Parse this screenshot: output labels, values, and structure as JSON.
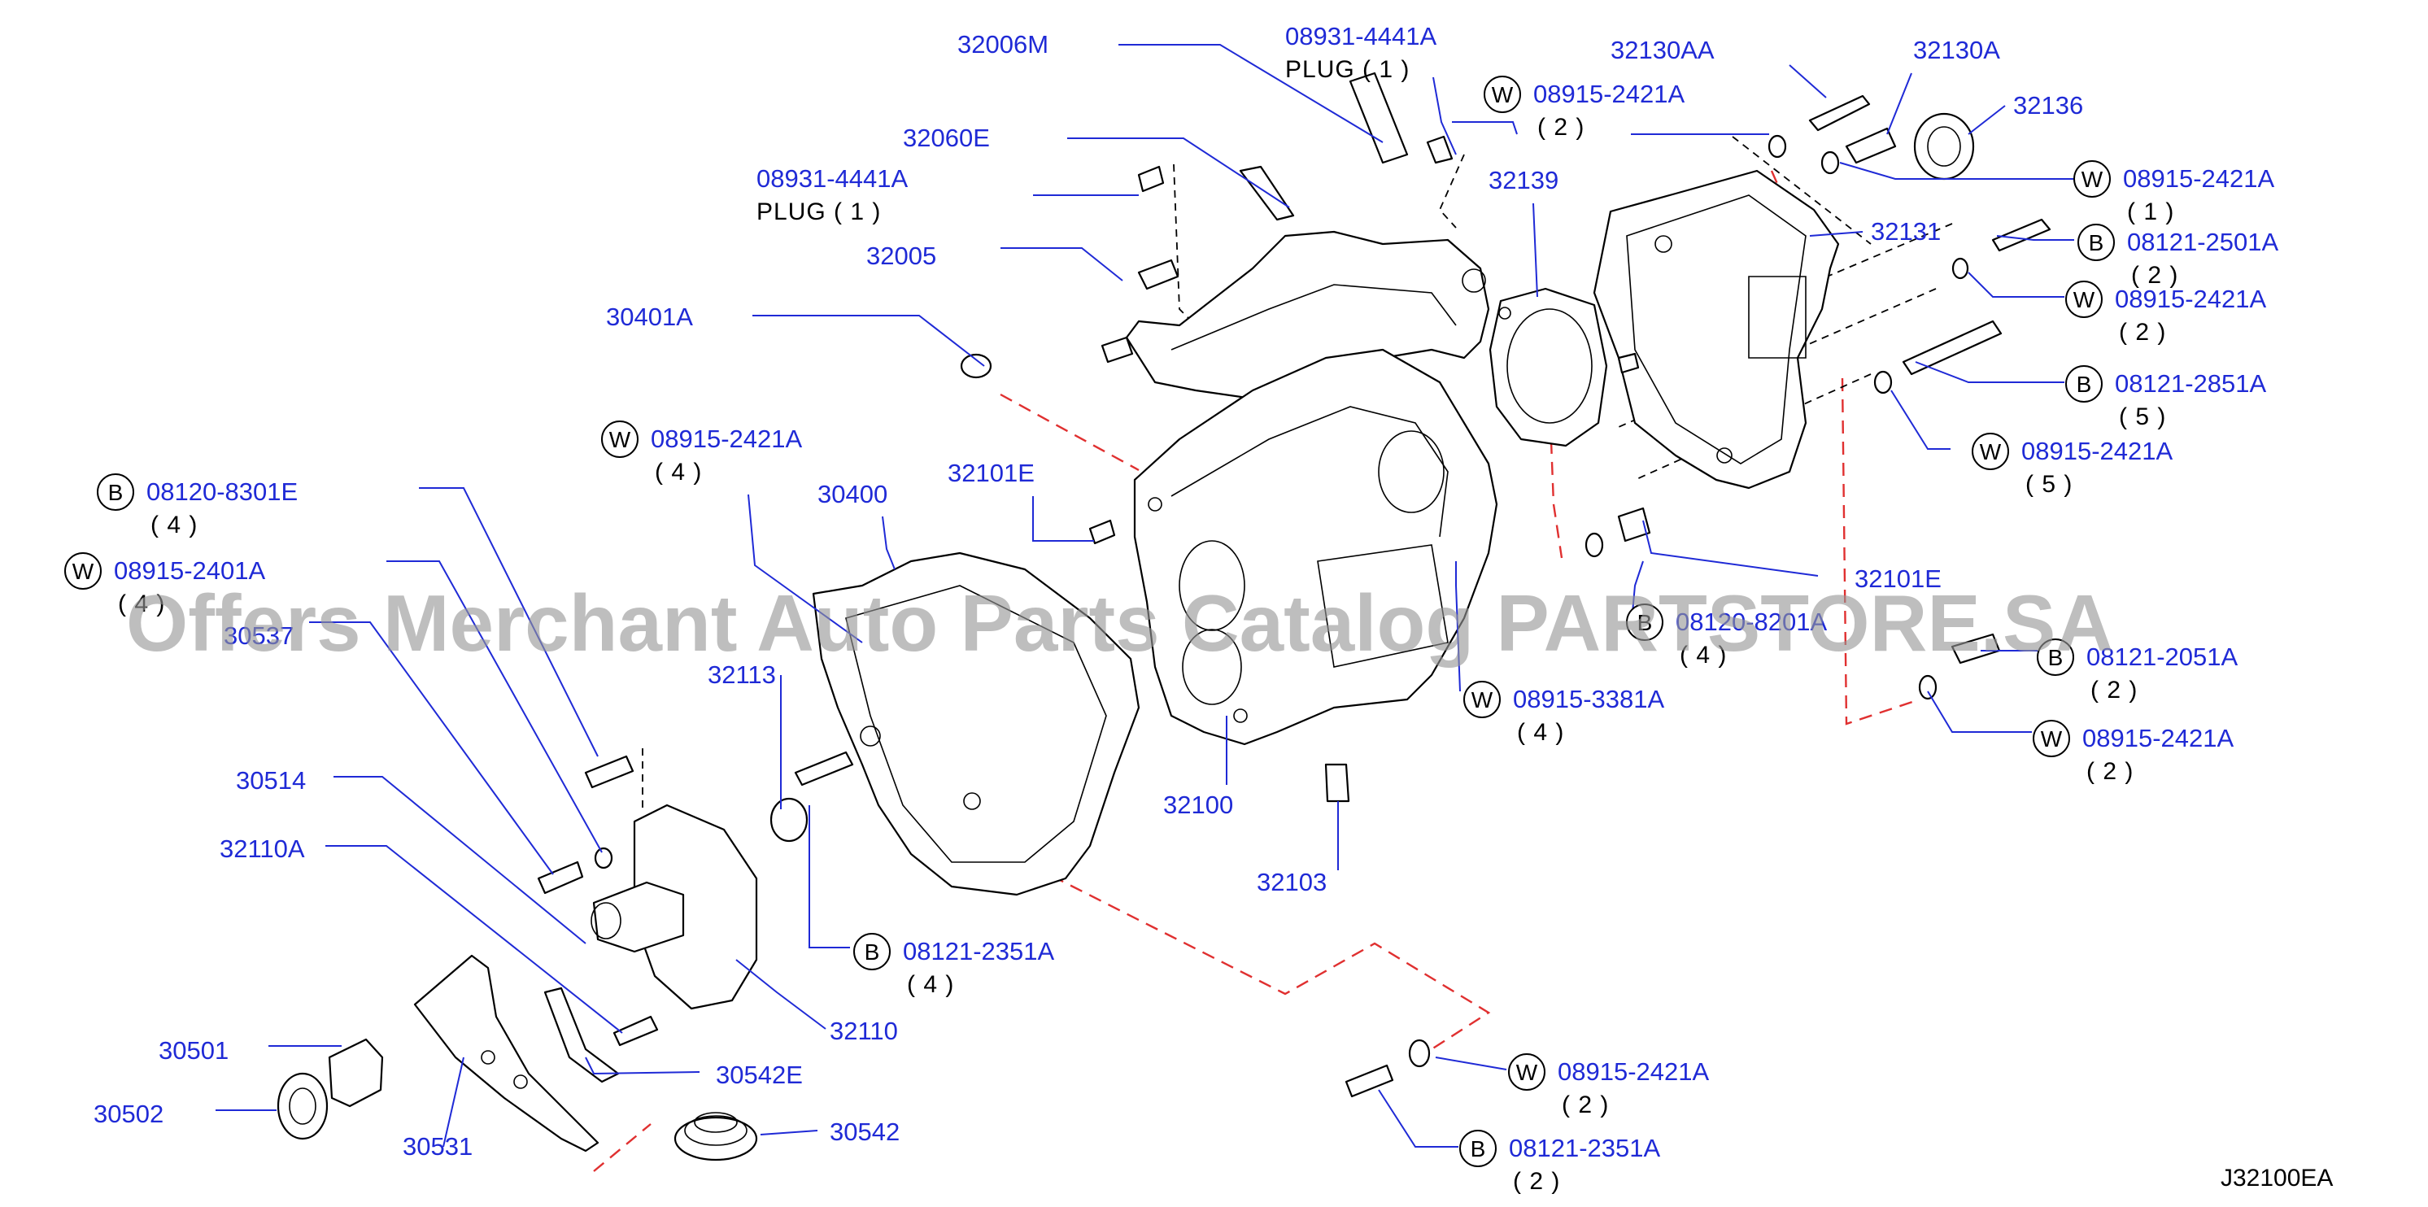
{
  "diagram_code": "J32100EA",
  "watermark": "Offers Merchant Auto Parts Catalog PARTSTORE.SA",
  "callouts": [
    {
      "id": "c01",
      "part": "32006M"
    },
    {
      "id": "c02",
      "mark": "",
      "part": "08931-4441A",
      "sub": "PLUG ( 1 )"
    },
    {
      "id": "c03",
      "part": "32130AA"
    },
    {
      "id": "c04",
      "part": "32130A"
    },
    {
      "id": "c05",
      "mark": "W",
      "part": "08915-2421A",
      "qty": "( 2 )"
    },
    {
      "id": "c06",
      "part": "32136"
    },
    {
      "id": "c07",
      "part": "32060E"
    },
    {
      "id": "c08",
      "part": "08931-4441A",
      "sub": "PLUG ( 1 )"
    },
    {
      "id": "c09",
      "part": "32139"
    },
    {
      "id": "c10",
      "mark": "W",
      "part": "08915-2421A",
      "qty": "( 1 )"
    },
    {
      "id": "c11",
      "part": "32005"
    },
    {
      "id": "c12",
      "part": "32131"
    },
    {
      "id": "c13",
      "mark": "B",
      "part": "08121-2501A",
      "qty": "( 2 )"
    },
    {
      "id": "c14",
      "mark": "W",
      "part": "08915-2421A",
      "qty": "( 2 )"
    },
    {
      "id": "c15",
      "part": "30401A"
    },
    {
      "id": "c16",
      "mark": "B",
      "part": "08121-2851A",
      "qty": "( 5 )"
    },
    {
      "id": "c17",
      "mark": "W",
      "part": "08915-2421A",
      "qty": "( 4 )"
    },
    {
      "id": "c18",
      "mark": "W",
      "part": "08915-2421A",
      "qty": "( 5 )"
    },
    {
      "id": "c19",
      "mark": "B",
      "part": "08120-8301E",
      "qty": "( 4 )"
    },
    {
      "id": "c20",
      "part": "30400"
    },
    {
      "id": "c21",
      "part": "32101E"
    },
    {
      "id": "c22",
      "mark": "W",
      "part": "08915-2401A",
      "qty": "( 4 )"
    },
    {
      "id": "c23",
      "part": "32101E"
    },
    {
      "id": "c24",
      "part": "30537"
    },
    {
      "id": "c25",
      "mark": "B",
      "part": "08120-8201A",
      "qty": "( 4 )"
    },
    {
      "id": "c26",
      "mark": "B",
      "part": "08121-2051A",
      "qty": "( 2 )"
    },
    {
      "id": "c27",
      "part": "32113"
    },
    {
      "id": "c28",
      "mark": "W",
      "part": "08915-3381A",
      "qty": "( 4 )"
    },
    {
      "id": "c29",
      "mark": "W",
      "part": "08915-2421A",
      "qty": "( 2 )"
    },
    {
      "id": "c30",
      "part": "30514"
    },
    {
      "id": "c31",
      "part": "32100"
    },
    {
      "id": "c32",
      "part": "32110A"
    },
    {
      "id": "c33",
      "part": "32103"
    },
    {
      "id": "c34",
      "mark": "B",
      "part": "08121-2351A",
      "qty": "( 4 )"
    },
    {
      "id": "c35",
      "part": "32110"
    },
    {
      "id": "c36",
      "part": "30501"
    },
    {
      "id": "c37",
      "part": "30542E"
    },
    {
      "id": "c38",
      "mark": "W",
      "part": "08915-2421A",
      "qty": "( 2 )"
    },
    {
      "id": "c39",
      "part": "30502"
    },
    {
      "id": "c40",
      "part": "30542"
    },
    {
      "id": "c41",
      "part": "30531"
    },
    {
      "id": "c42",
      "mark": "B",
      "part": "08121-2351A",
      "qty": "( 2 )"
    }
  ]
}
